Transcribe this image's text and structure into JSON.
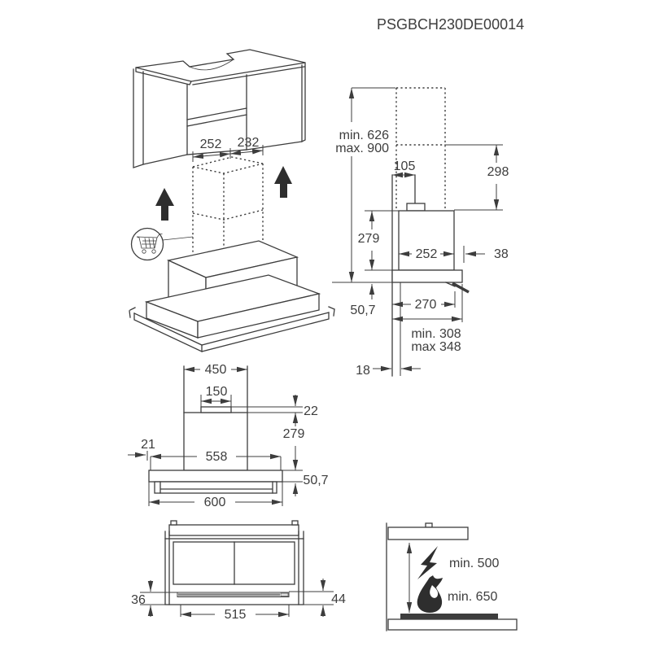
{
  "title": "PSGBCH230DE00014",
  "colors": {
    "line": "#3d3d3d",
    "text": "#3d3d3d",
    "arrow_fill": "#2e2e2e",
    "background": "#ffffff"
  },
  "installation_view": {
    "description": "isometric cabinet with hood body and dashed chimney accessory",
    "dims": {
      "cutout_front": "252",
      "cutout_side": "232"
    },
    "icons": [
      "shopping-cart-icon",
      "up-arrow-left",
      "up-arrow-right"
    ]
  },
  "side_view": {
    "dims": {
      "height_min": "min. 626",
      "height_max": "max. 900",
      "duct_width": "105",
      "chimney_height": "298",
      "body_height": "279",
      "body_depth": "252",
      "rear_offset": "38",
      "plate_height": "50,7",
      "plate_depth": "270",
      "depth_min": "min. 308",
      "depth_max": "max 348",
      "wall_gap": "18"
    }
  },
  "front_view": {
    "dims": {
      "top_width": "450",
      "duct_width": "150",
      "duct_height": "22",
      "body_height": "279",
      "side_offset": "21",
      "body_width": "558",
      "plate_height": "50,7",
      "total_width": "600"
    }
  },
  "bottom_view": {
    "dims": {
      "left_height": "36",
      "filter_width": "515",
      "right_height": "44"
    }
  },
  "clearance_view": {
    "electric_clearance": "min. 500",
    "gas_clearance": "min. 650",
    "icons": [
      "lightning-icon",
      "flame-icon"
    ]
  }
}
